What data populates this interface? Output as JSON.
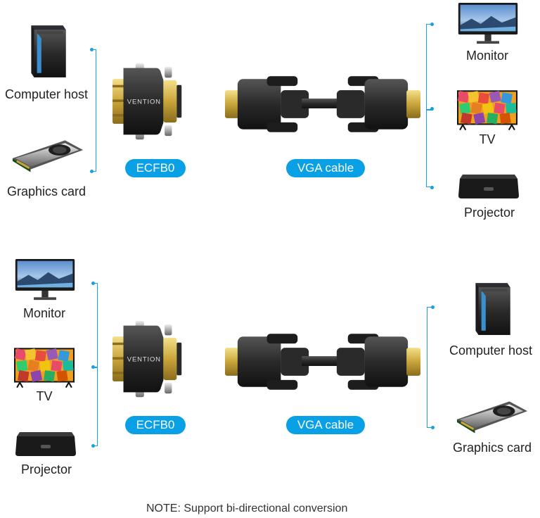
{
  "top": {
    "left_devices": [
      "Computer host",
      "Graphics card"
    ],
    "right_devices": [
      "Monitor",
      "TV",
      "Projector"
    ],
    "adapter_label": "ECFB0",
    "cable_label": "VGA cable"
  },
  "bottom": {
    "left_devices": [
      "Monitor",
      "TV",
      "Projector"
    ],
    "right_devices": [
      "Computer host",
      "Graphics card"
    ],
    "adapter_label": "ECFB0",
    "cable_label": "VGA cable"
  },
  "brand": "VENTION",
  "note": "NOTE: Support bi-directional conversion",
  "colors": {
    "accent": "#0aa0e6",
    "line": "#1aa0e0"
  },
  "icons": [
    "tower-icon",
    "graphics-card-icon",
    "monitor-icon",
    "tv-icon",
    "projector-icon",
    "adapter-icon",
    "vga-cable-icon"
  ]
}
